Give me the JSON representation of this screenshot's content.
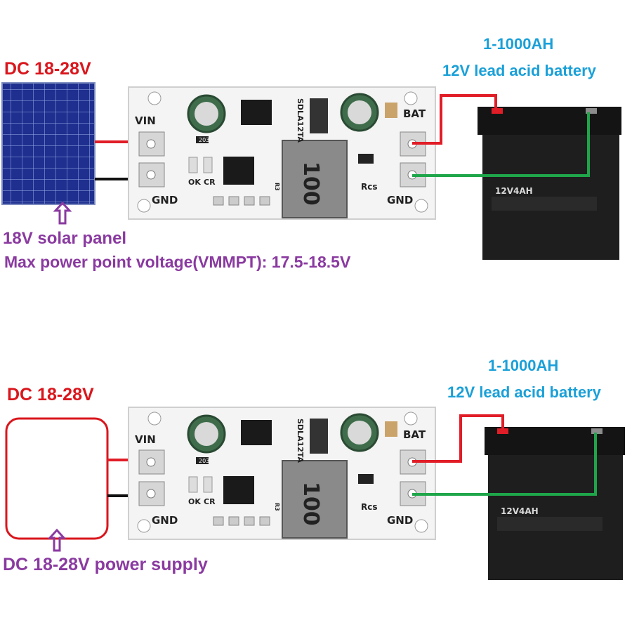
{
  "top": {
    "input_label": "DC 18-28V",
    "battery_capacity": "1-1000AH",
    "battery_type": "12V lead acid battery",
    "source_label": "18V solar panel",
    "mppt_label": "Max power point voltage(VMMPT): 17.5-18.5V"
  },
  "bottom": {
    "input_label": "DC 18-28V",
    "battery_capacity": "1-1000AH",
    "battery_type": "12V lead acid battery",
    "source_label": "DC 18-28V power supply"
  },
  "board": {
    "vin": "VIN",
    "gnd": "GND",
    "bat": "BAT",
    "ok": "OK",
    "cr": "CR",
    "rcs": "Rcs",
    "chip_marking": "SDLA12TA",
    "inductor_marking": "100",
    "resistor_marking": "R3",
    "small_marking": "203"
  },
  "battery": {
    "model": "12V4AH"
  },
  "colors": {
    "positive_wire": "#e11d27",
    "negative_wire_input": "#111111",
    "negative_wire_battery": "#1fa64a",
    "pcb": "#f4f4f4",
    "battery_body": "#1b1b1b",
    "arrow": "#8a3aa0"
  }
}
